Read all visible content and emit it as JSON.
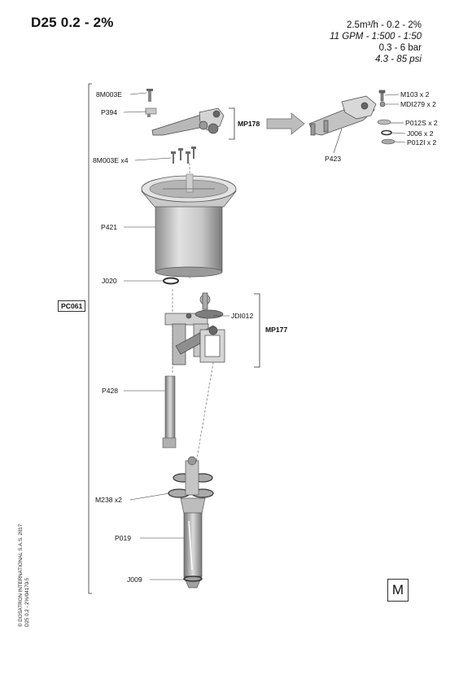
{
  "header": {
    "title": "D25 0.2 - 2%",
    "specs": [
      "2.5m³/h - 0.2 - 2%",
      "11 GPM - 1:500 - 1:50",
      "0.3 - 6 bar",
      "4.3 - 85 psi"
    ]
  },
  "labels": {
    "p_8m003e": "8M003E",
    "p_p394": "P394",
    "p_mp178": "MP178",
    "p_8m003e_x4": "8M003E x4",
    "p_p421": "P421",
    "p_j020": "J020",
    "p_pc061": "PC061",
    "p_jdi012": "JDI012",
    "p_mp177": "MP177",
    "p_p428": "P428",
    "p_m238": "M238 x2",
    "p_p019": "P019",
    "p_j009": "J009",
    "p_m103": "M103 x 2",
    "p_mdi279": "MDI279 x 2",
    "p_p012s": "P012S x 2",
    "p_j006": "J006 x 2",
    "p_p012i": "P012I x 2",
    "p_p423": "P423"
  },
  "footer": {
    "copyright": "© DOSATRON INTERNATIONAL S.A.S. 2017",
    "ref": "D25 0.2 - 2%/04170̵ 5",
    "page_letter": "M"
  },
  "colors": {
    "part_light": "#d9d9d9",
    "part_mid": "#a9a9a9",
    "part_dark": "#555555",
    "line": "#333333"
  }
}
